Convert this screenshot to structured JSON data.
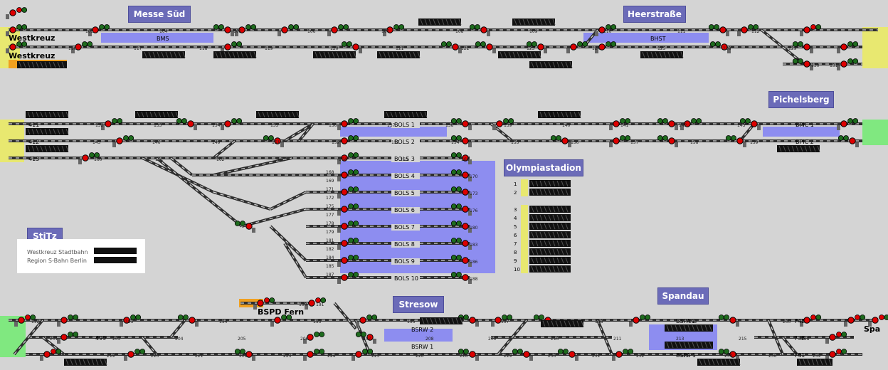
{
  "stations": {
    "messe_sued": "Messe Süd",
    "heerstrasse": "Heerstraße",
    "pichelsberg": "Pichelsberg",
    "olympiastadion": "Olympiastadion",
    "stitz": "StiTz",
    "stresow": "Stresow",
    "spandau": "Spandau"
  },
  "place_labels": {
    "westkreuz_top": "Westkreuz",
    "westkreuz_bottom": "Westkreuz",
    "bspd_fern": "BSPD Fern",
    "spa": "Spa"
  },
  "legend": {
    "line1": "Westkreuz Stadtbahn",
    "line2": "Region S-Bahn Berlin"
  },
  "platform_labels": {
    "bms": "BMS",
    "bhst": "BHST",
    "bpic1": "BPIC 1",
    "bpic2": "BPIC 2",
    "bsrw2": "BSRW 2",
    "bsrw1": "BSRW 1",
    "bspa2": "BSPA 2",
    "bspa1": "BSPA 1"
  },
  "bols_tracks": [
    "BOLS 1",
    "BOLS 2",
    "BOLS 3",
    "BOLS 4",
    "BOLS 5",
    "BOLS 6",
    "BOLS 7",
    "BOLS 8",
    "BOLS 9",
    "BOLS 10"
  ],
  "olympia_rows_a": [
    "1",
    "2"
  ],
  "olympia_rows_b": [
    "3",
    "4",
    "5",
    "6",
    "7",
    "8",
    "9",
    "10"
  ],
  "track_numbers": {
    "t411": "411",
    "t412": "412",
    "t413": "413",
    "t499": "499",
    "t742": "742",
    "t738": "738",
    "t741": "741"
  },
  "signal_numbers": {
    "top_row1": [
      "103",
      "104",
      "105",
      "106",
      "107",
      "108",
      "109",
      "110",
      "111",
      "112"
    ],
    "top_row2": [
      "116",
      "117",
      "118",
      "119",
      "120",
      "121",
      "122",
      "123",
      "124",
      "125",
      "128",
      "129"
    ],
    "top_row3": [
      "130",
      "131"
    ],
    "mid_row1": [
      "132",
      "133",
      "134",
      "135",
      "136",
      "137",
      "138",
      "139",
      "140",
      "141",
      "142",
      "143",
      "144"
    ],
    "mid_row2": [
      "145",
      "146",
      "149",
      "151",
      "152",
      "153",
      "154",
      "155",
      "156",
      "157",
      "158",
      "159"
    ],
    "mid_row3": [
      "160",
      "161",
      "162",
      "163",
      "164",
      "165",
      "166"
    ],
    "bols_right": [
      "170",
      "173",
      "176",
      "180",
      "183",
      "186",
      "188"
    ],
    "bols_left": [
      "168",
      "169",
      "171",
      "172",
      "175",
      "177",
      "178",
      "179",
      "181",
      "182",
      "184",
      "185",
      "187"
    ],
    "bot_row1": [
      "192",
      "193",
      "194",
      "195",
      "196",
      "197",
      "198",
      "199",
      "200"
    ],
    "bot_row2": [
      "201",
      "203",
      "204",
      "205",
      "206",
      "207",
      "208",
      "209",
      "210",
      "211",
      "213",
      "215",
      "218"
    ],
    "bot_row3": [
      "219",
      "220",
      "221",
      "222",
      "223",
      "224",
      "225",
      "226",
      "228",
      "229",
      "230",
      "231",
      "232",
      "233",
      "234",
      "236",
      "239"
    ],
    "bspd": [
      "190",
      "191"
    ]
  },
  "colors": {
    "background": "#d4d4d4",
    "station_box": "#6b6bb8",
    "platform": "#8d8df0",
    "track": "#333333",
    "signal_red": "#dd0000",
    "signal_green": "#1e6b1e",
    "boundary_yellow": "#e8e870",
    "boundary_green": "#80e880",
    "orange": "#f0a020"
  }
}
